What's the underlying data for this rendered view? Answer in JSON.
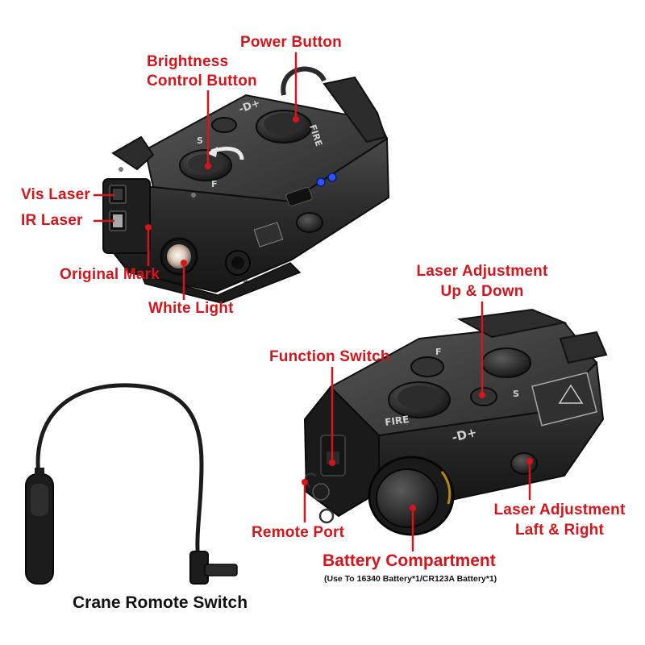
{
  "labels": {
    "power_button": "Power Button",
    "brightness_line1": "Brightness",
    "brightness_line2": "Control Button",
    "vis_laser": "Vis Laser",
    "ir_laser": "IR Laser",
    "original_mark": "Original Mark",
    "white_light": "White Light",
    "laser_ud_line1": "Laser Adjustment",
    "laser_ud_line2": "Up & Down",
    "function_switch": "Function Switch",
    "remote_port": "Remote Port",
    "laser_lr_line1": "Laser Adjustment",
    "laser_lr_line2": "Laft & Right",
    "battery_title": "Battery Compartment",
    "battery_note": "(Use To 16340 Battery*1/CR123A Battery*1)",
    "crane_switch": "Crane Romote Switch"
  },
  "device_markings": {
    "fire": "FIRE",
    "s": "S",
    "f": "F",
    "mode": "-D+"
  },
  "colors": {
    "annotation_red": "#d7141a",
    "device_body": "#262626",
    "background": "#ffffff"
  }
}
